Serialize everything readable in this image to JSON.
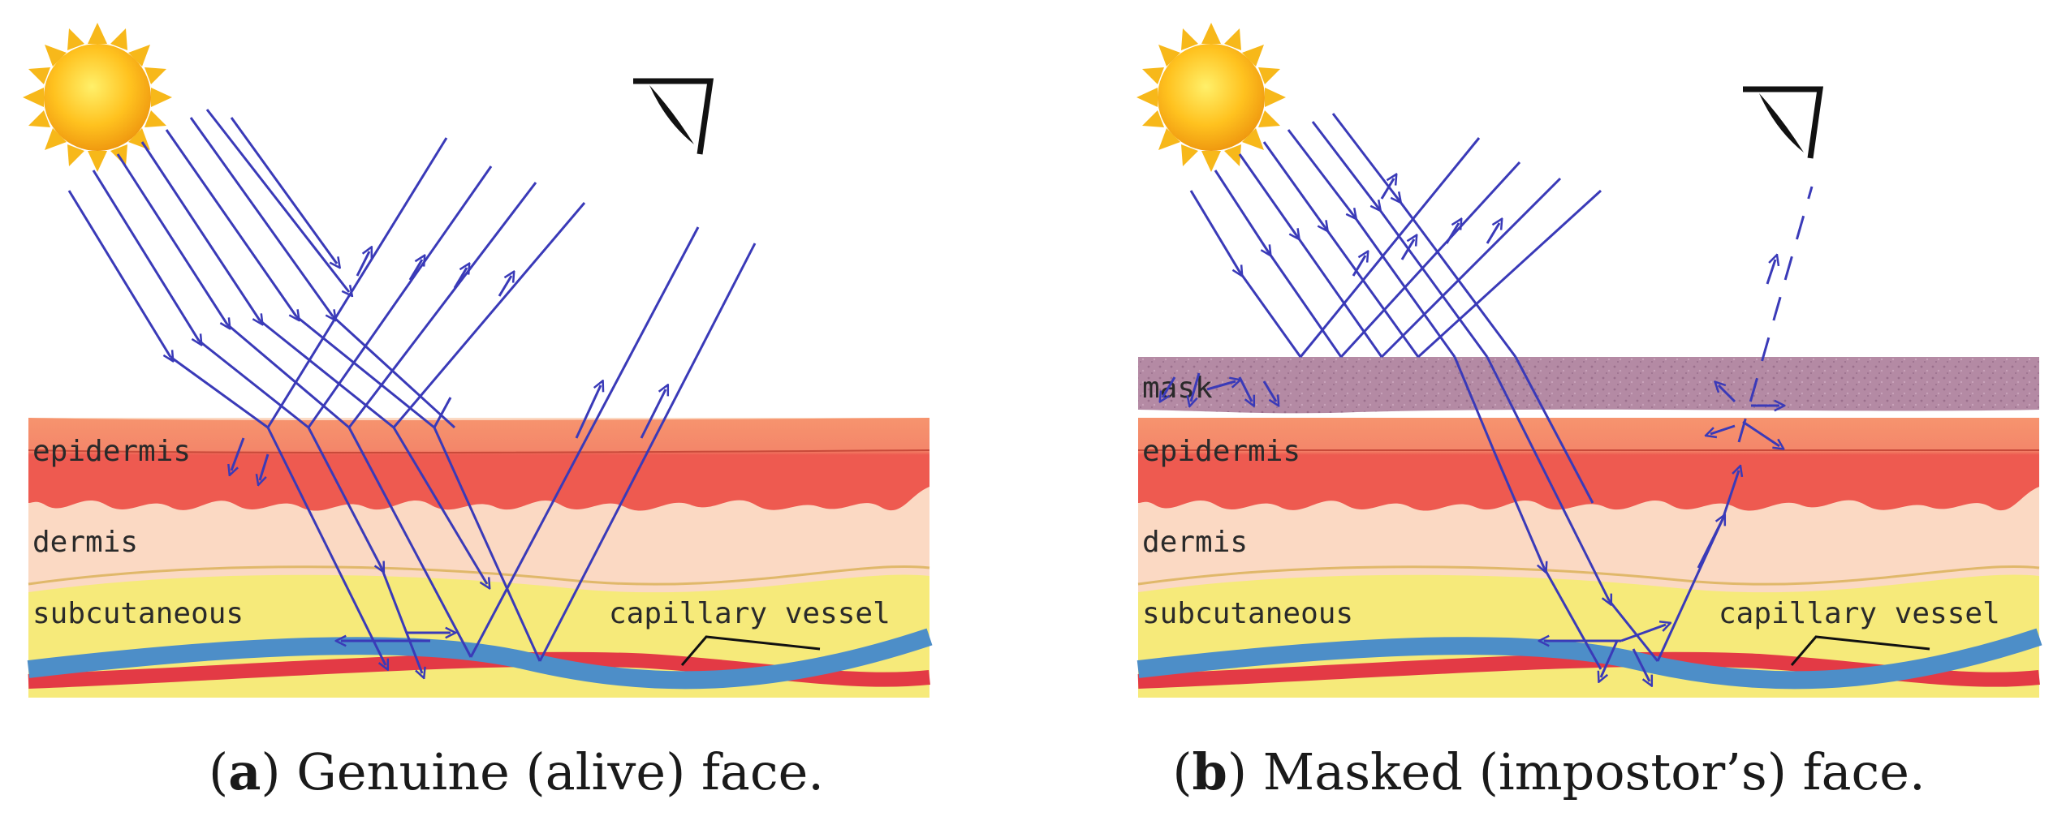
{
  "panels": [
    {
      "id": "a",
      "letter": "a",
      "caption": "Genuine (alive) face.",
      "layers": {
        "epidermis": "epidermis",
        "dermis": "dermis",
        "subcutaneous": "subcutaneous",
        "vessel": "capillary vessel"
      }
    },
    {
      "id": "b",
      "letter": "b",
      "caption": "Masked (impostor’s) face.",
      "layers": {
        "mask": "mask",
        "epidermis": "epidermis",
        "dermis": "dermis",
        "subcutaneous": "subcutaneous",
        "vessel": "capillary vessel"
      }
    }
  ],
  "colors": {
    "ray": "#3a3ab8",
    "epidermis_top": "#f4866a",
    "epidermis_bottom": "#ee5a50",
    "dermis": "#fbd9c3",
    "subcutaneous": "#f6ea7a",
    "vessel_blue": "#4d8ec8",
    "vessel_red": "#e33a45",
    "mask": "#b48aa4",
    "sun": "#ffb21a"
  }
}
